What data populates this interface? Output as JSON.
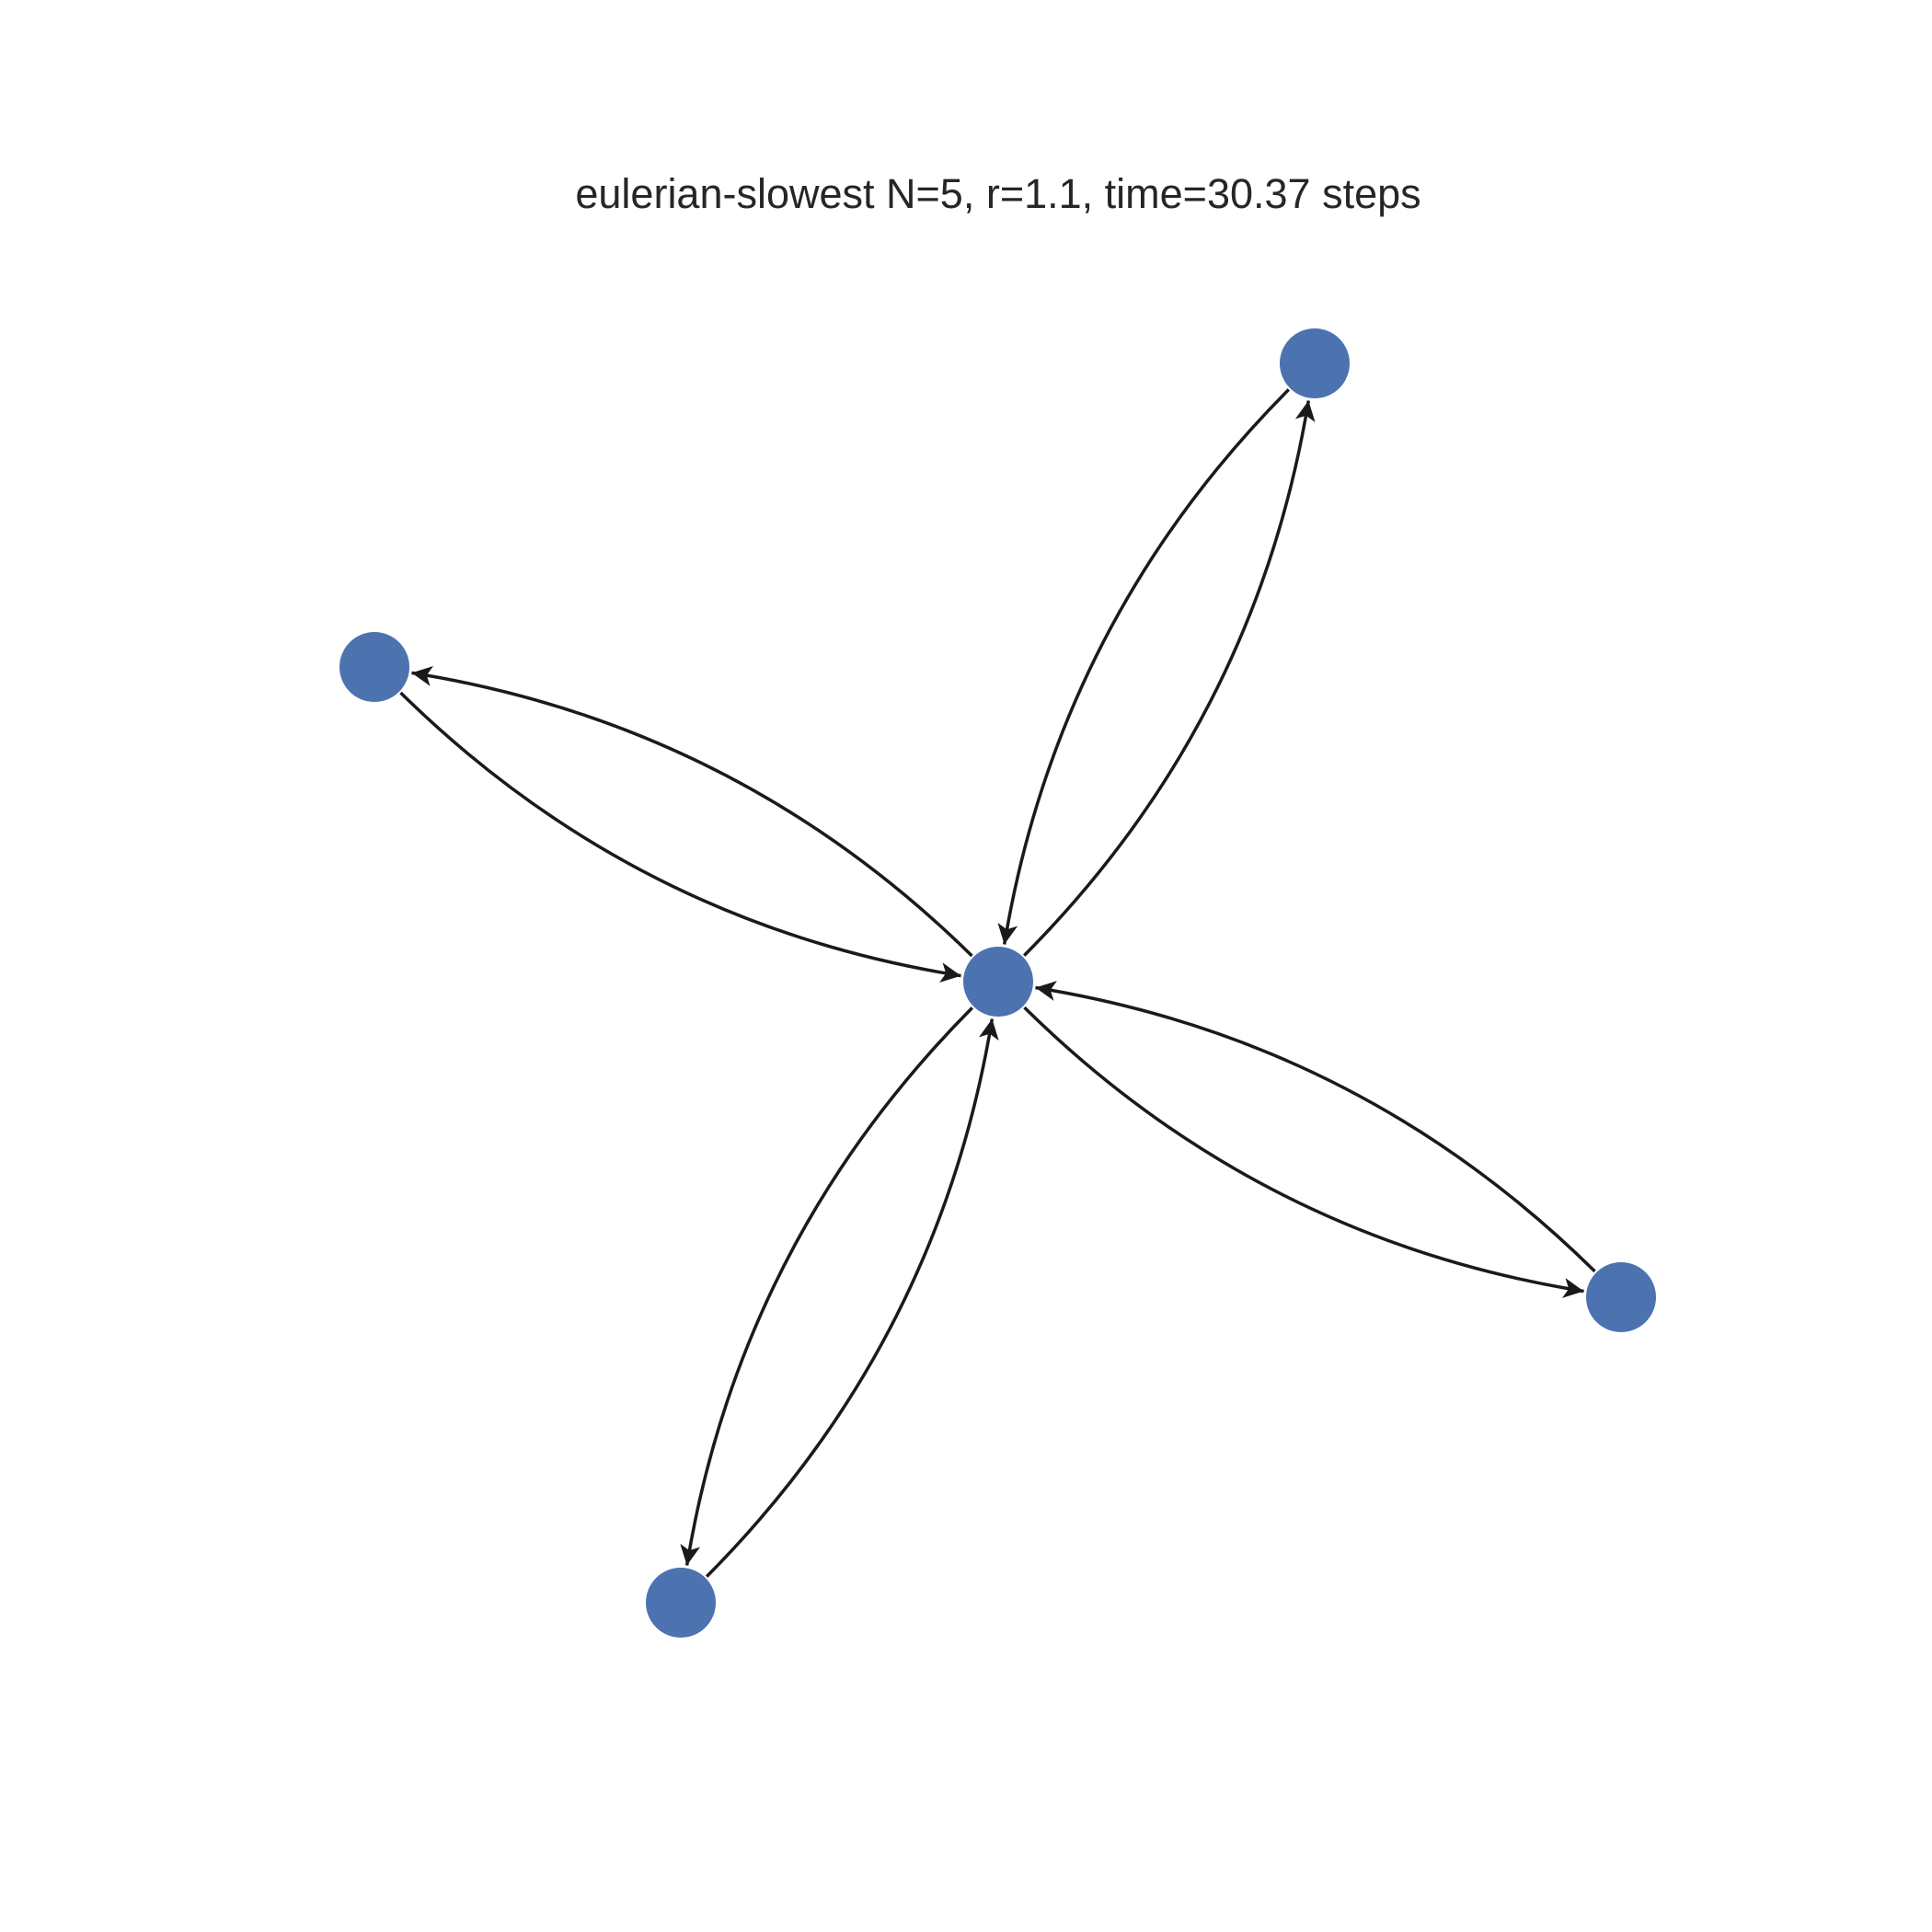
{
  "figure": {
    "title": "eulerian-slowest N=5, r=1.1, time=30.37 steps"
  },
  "graph": {
    "directed": true,
    "node_color": "#4c72b0",
    "edge_color": "#1a1a1a",
    "background": "#ffffff",
    "nodes": [
      {
        "id": "center"
      },
      {
        "id": "top-right"
      },
      {
        "id": "left"
      },
      {
        "id": "bottom-right"
      },
      {
        "id": "bottom"
      }
    ],
    "edges": [
      {
        "from": "center",
        "to": "top-right"
      },
      {
        "from": "top-right",
        "to": "center"
      },
      {
        "from": "center",
        "to": "left"
      },
      {
        "from": "left",
        "to": "center"
      },
      {
        "from": "center",
        "to": "bottom-right"
      },
      {
        "from": "bottom-right",
        "to": "center"
      },
      {
        "from": "center",
        "to": "bottom"
      },
      {
        "from": "bottom",
        "to": "center"
      }
    ]
  }
}
